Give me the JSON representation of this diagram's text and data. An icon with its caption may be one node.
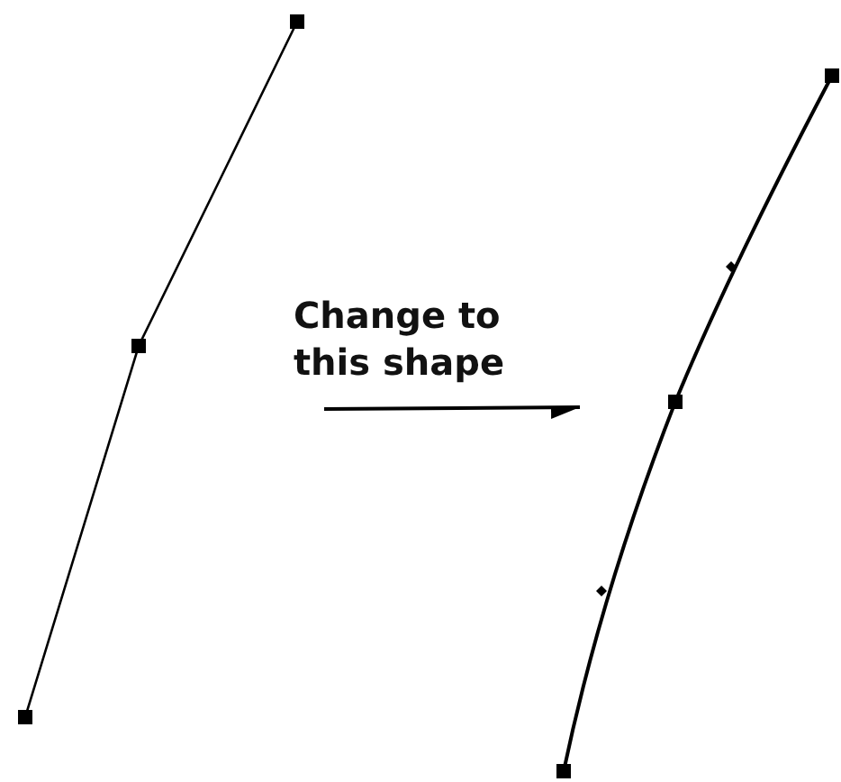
{
  "diagram": {
    "nodes": [
      {
        "text": [],
        "shape": "picture"
      },
      {
        "text": [],
        "shape": "picture"
      }
    ],
    "edges": [
      {
        "from": 0,
        "to": 1,
        "arrow": "to",
        "label": "Change to this shape"
      }
    ]
  }
}
